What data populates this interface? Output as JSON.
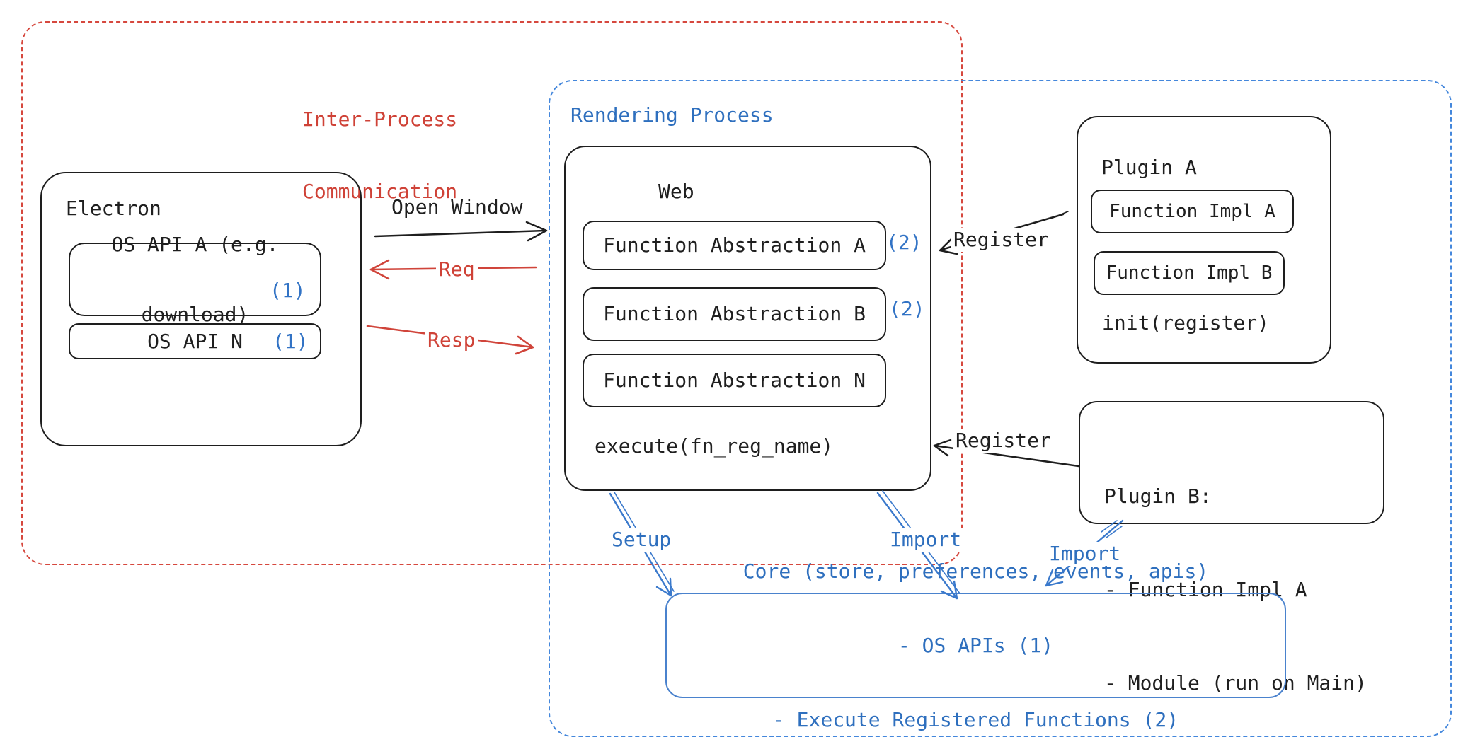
{
  "diagram": {
    "ipc_group": {
      "label_line1": "Inter-Process",
      "label_line2": "Communication"
    },
    "rendering_group": {
      "label": "Rendering Process"
    },
    "electron": {
      "title": "Electron",
      "api_a": {
        "line1": "OS API A (e.g.",
        "line2": "download)",
        "badge": "(1)"
      },
      "api_n": {
        "label": "OS API N",
        "badge": "(1)"
      }
    },
    "web": {
      "title": "Web",
      "abstractions": [
        {
          "label": "Function Abstraction A",
          "badge": "(2)"
        },
        {
          "label": "Function Abstraction B",
          "badge": "(2)"
        },
        {
          "label": "Function Abstraction N"
        }
      ],
      "execute": "execute(fn_reg_name)"
    },
    "plugin_a": {
      "title": "Plugin A",
      "impls": [
        "Function Impl A",
        "Function Impl B"
      ],
      "init": "init(register)"
    },
    "plugin_b": {
      "title": "Plugin B:",
      "items": [
        "- Function Impl A",
        "- Module (run on Main)"
      ]
    },
    "core": {
      "lines": [
        "Core (store, preferences, events, apis)",
        "- OS APIs (1)",
        "- Execute Registered Functions (2)"
      ]
    },
    "arrows": {
      "open_window": "Open Window",
      "req": "Req",
      "resp": "Resp",
      "register_top": "Register",
      "register_bottom": "Register",
      "setup": "Setup",
      "import_web": "Import",
      "import_plugin": "Import"
    }
  },
  "colors": {
    "black": "#1e1e1e",
    "red": "#d0443a",
    "blue_text": "#2e6fbe",
    "blue_badge": "#3273c5",
    "blue_dashed_border": "#4487dc",
    "red_dashed_border": "#d6483e",
    "core_border": "#4a82cd"
  }
}
